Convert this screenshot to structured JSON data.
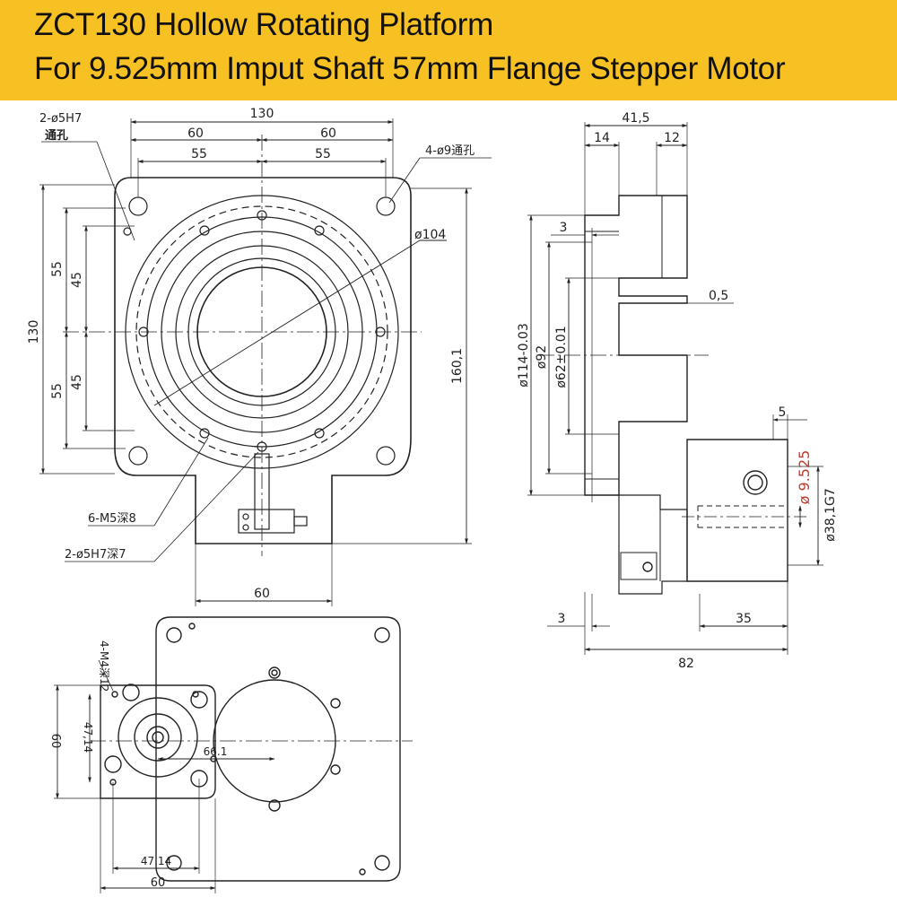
{
  "header": {
    "title": "ZCT130 Hollow Rotating Platform",
    "subtitle": "For 9.525mm Imput Shaft 57mm Flange Stepper Motor",
    "background_color": "#f7c023"
  },
  "front_view": {
    "dim_overall_width": "130",
    "dim_half_left": "60",
    "dim_half_right": "60",
    "dim_hole_left": "55",
    "dim_hole_right": "55",
    "dim_height": "130",
    "dim_upper_55": "55",
    "dim_upper_45": "45",
    "dim_lower_55": "55",
    "dim_lower_45": "45",
    "dim_total_height": "160,1",
    "dim_bottom_60": "60",
    "label_diameter_104": "ø104",
    "label_pin_hole": "2-ø5H7",
    "label_pin_hole_through": "通孔",
    "label_mount_holes": "4-ø9通孔",
    "label_tapped": "6-M5深8",
    "label_pin_depth": "2-ø5H7深7"
  },
  "side_view": {
    "dim_total_thickness": "41,5",
    "dim_left_14": "14",
    "dim_right_12": "12",
    "dim_3_top": "3",
    "dim_gap_05": "0,5",
    "dim_d114": "ø114-0.03",
    "dim_d92": "ø92",
    "dim_d62": "ø62±0.01",
    "dim_5": "5",
    "dim_shaft": "ø 9.525",
    "dim_d38": "ø38,1G7",
    "dim_3_bottom": "3",
    "dim_35": "35",
    "dim_82": "82",
    "shaft_color": "#c0392b"
  },
  "bottom_view": {
    "label_m4": "4-M4深12",
    "dim_60_vertical": "60",
    "dim_4714_vertical": "47,14",
    "dim_661": "66.1",
    "dim_4714_horizontal": "47.14",
    "dim_60_horizontal": "60"
  }
}
